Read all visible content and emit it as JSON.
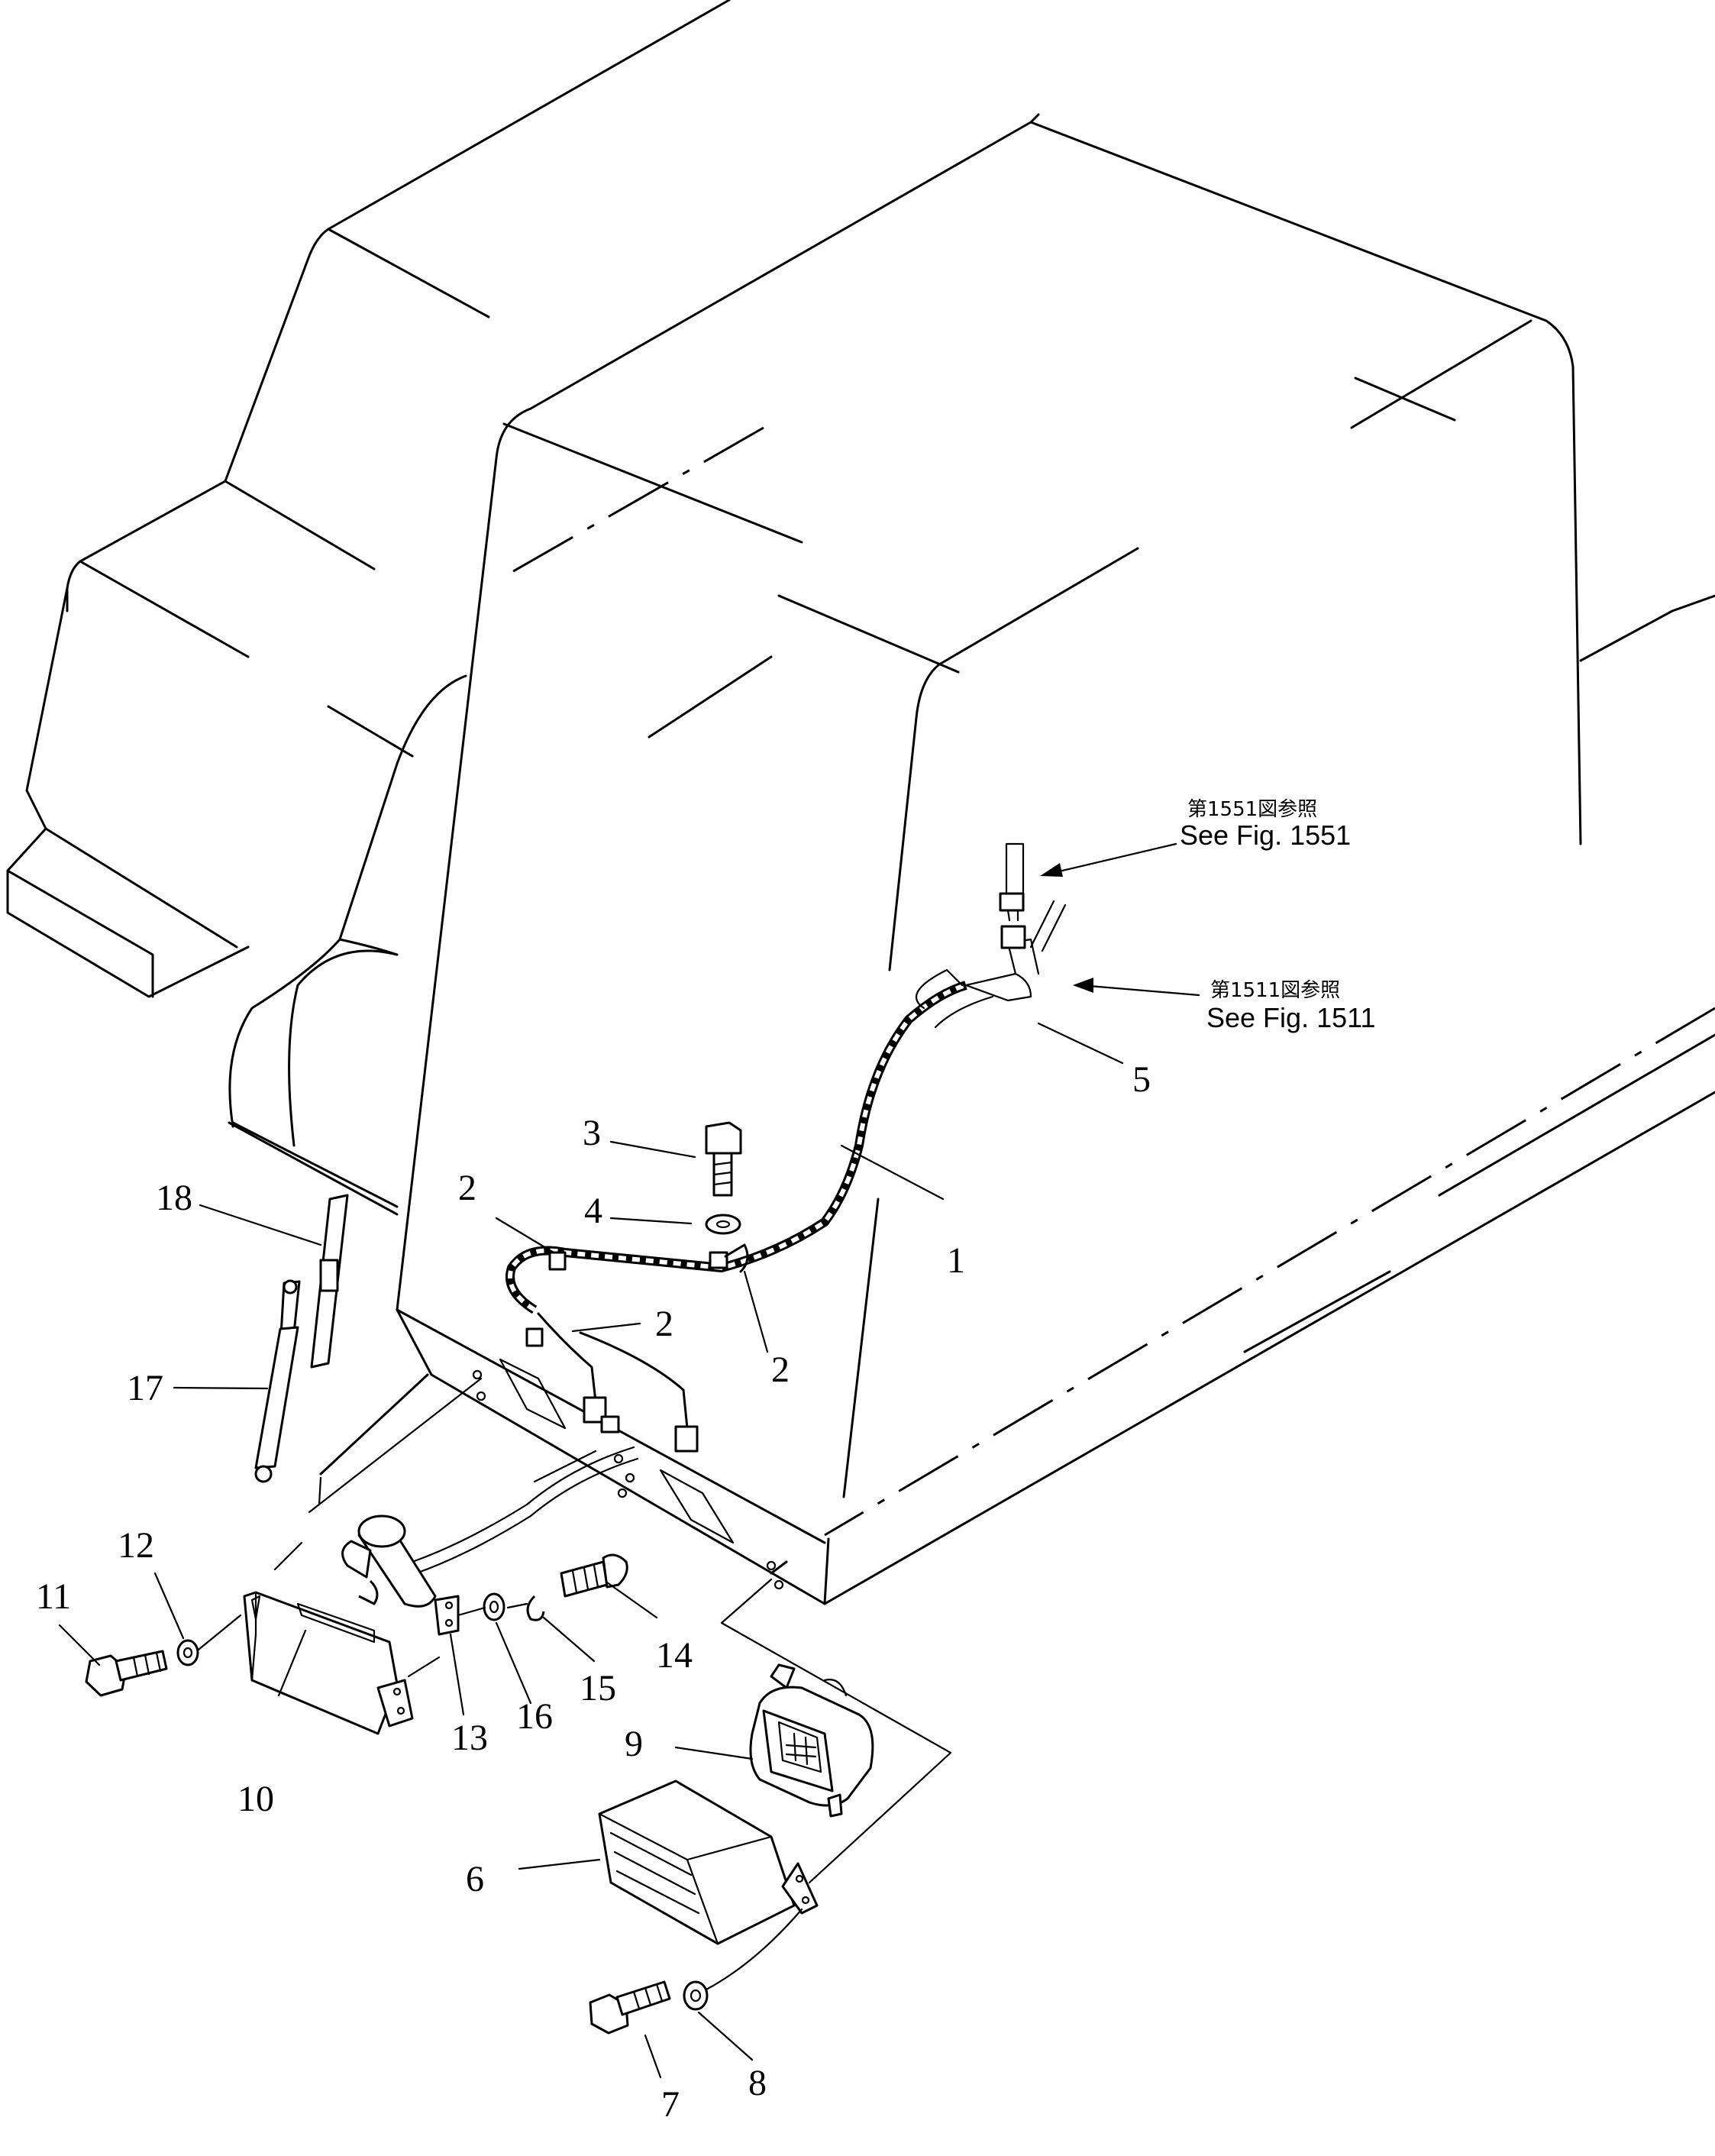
{
  "diagram": {
    "callouts": [
      {
        "id": "c1",
        "text": "1"
      },
      {
        "id": "c2a",
        "text": "2"
      },
      {
        "id": "c2b",
        "text": "2"
      },
      {
        "id": "c2c",
        "text": "2"
      },
      {
        "id": "c3",
        "text": "3"
      },
      {
        "id": "c4",
        "text": "4"
      },
      {
        "id": "c5",
        "text": "5"
      },
      {
        "id": "c6",
        "text": "6"
      },
      {
        "id": "c7",
        "text": "7"
      },
      {
        "id": "c8",
        "text": "8"
      },
      {
        "id": "c9",
        "text": "9"
      },
      {
        "id": "c10",
        "text": "10"
      },
      {
        "id": "c11",
        "text": "11"
      },
      {
        "id": "c12",
        "text": "12"
      },
      {
        "id": "c13",
        "text": "13"
      },
      {
        "id": "c14",
        "text": "14"
      },
      {
        "id": "c15",
        "text": "15"
      },
      {
        "id": "c16",
        "text": "16"
      },
      {
        "id": "c17",
        "text": "17"
      },
      {
        "id": "c18",
        "text": "18"
      }
    ],
    "references": [
      {
        "jp": "第1551図参照",
        "en": "See Fig. 1551"
      },
      {
        "jp": "第1511図参照",
        "en": "See Fig. 1511"
      }
    ]
  }
}
